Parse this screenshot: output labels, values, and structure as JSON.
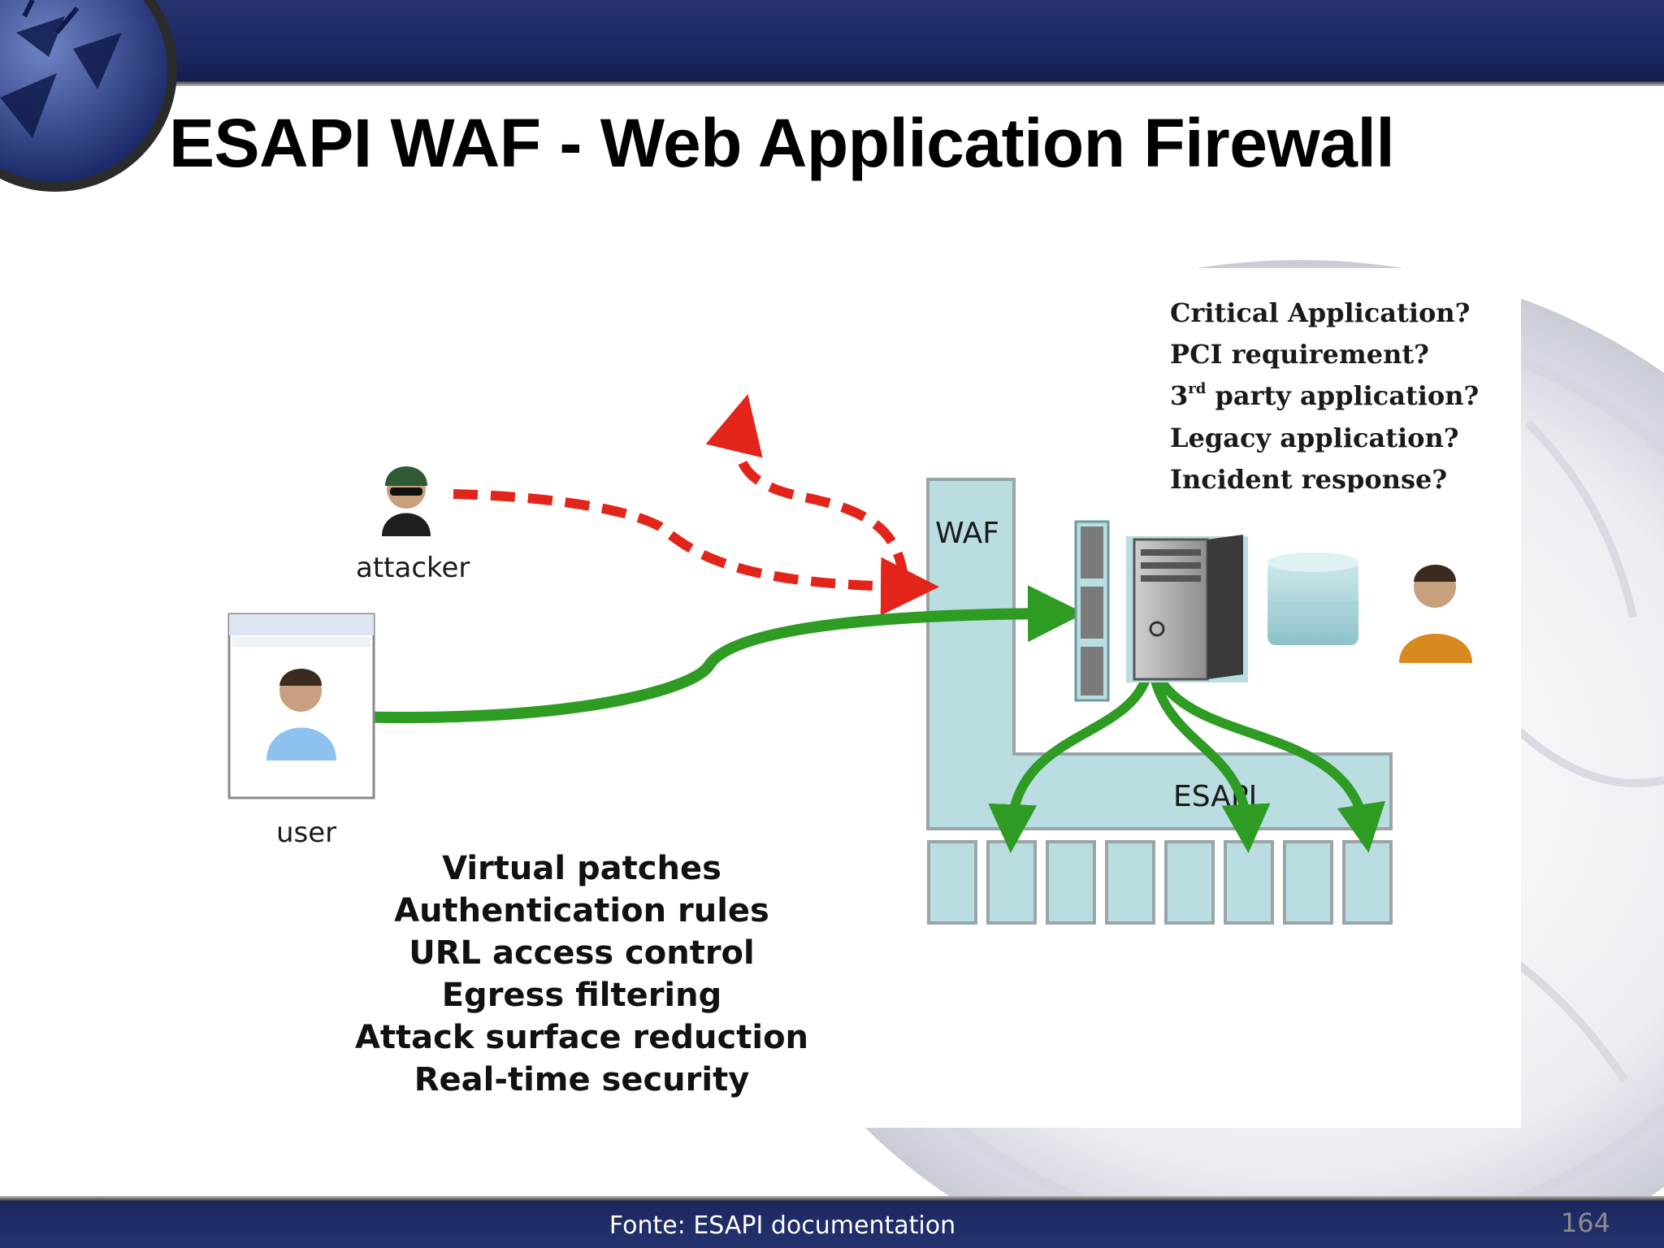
{
  "slide": {
    "title": "ESAPI WAF - Web Application Firewall",
    "footer_source": "Fonte: ESAPI documentation",
    "page_number": "164"
  },
  "diagram": {
    "nodes": {
      "attacker_label": "attacker",
      "user_label": "user",
      "waf_label": "WAF",
      "esapi_label": "ESAPI"
    },
    "questions": [
      {
        "text": "Critical Application?"
      },
      {
        "text": "PCI requirement?"
      },
      {
        "text": "3",
        "sup": "rd",
        "rest": " party application?"
      },
      {
        "text": "Legacy application?"
      },
      {
        "text": "Incident response?"
      }
    ],
    "features": [
      "Virtual patches",
      "Authentication rules",
      "URL access control",
      "Egress filtering",
      "Attack surface reduction",
      "Real-time security"
    ],
    "colors": {
      "attack_path": "#e3241b",
      "user_path": "#2e9b23",
      "waf_fill": "#b9dde0",
      "header_band": "#1f2a64"
    }
  }
}
